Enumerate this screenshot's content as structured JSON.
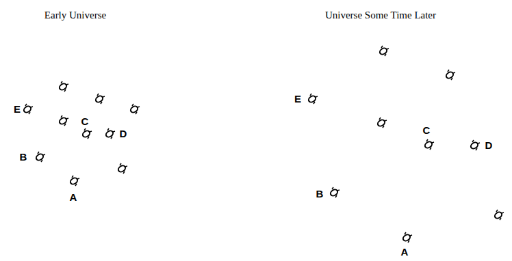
{
  "diagram": {
    "labels": [
      "Early Universe",
      "E",
      "C",
      "D",
      "B",
      "A",
      "Universe Some Time Later",
      "E",
      "C",
      "D",
      "B",
      "A"
    ]
  }
}
